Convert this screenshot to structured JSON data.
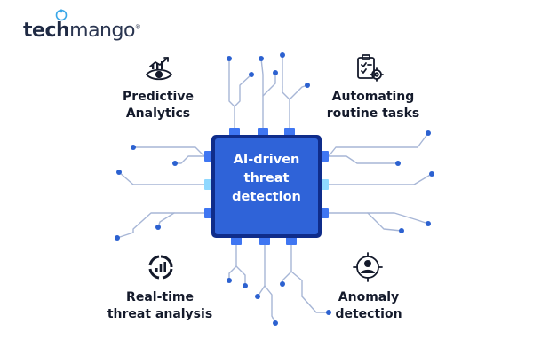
{
  "brand": {
    "part1": "tech",
    "part2": "mango",
    "registered": "®"
  },
  "center": {
    "line1": "AI-driven",
    "line2": "threat",
    "line3": "detection"
  },
  "features": {
    "predictive": {
      "line1": "Predictive",
      "line2": "Analytics",
      "icon": "chart-eye-icon"
    },
    "automating": {
      "line1": "Automating",
      "line2": "routine tasks",
      "icon": "checklist-gear-icon"
    },
    "realtime": {
      "line1": "Real-time",
      "line2": "threat analysis",
      "icon": "radial-chart-icon"
    },
    "anomaly": {
      "line1": "Anomaly",
      "line2": "detection",
      "icon": "person-target-icon"
    }
  },
  "colors": {
    "chip": "#2f63d8",
    "chip_border": "#0f2c8a",
    "pins": "#3f76f2",
    "pins_light": "#8fd8ff",
    "lines": "#a7b6d6",
    "nodes": "#2c61d0",
    "text": "#141a2b"
  }
}
